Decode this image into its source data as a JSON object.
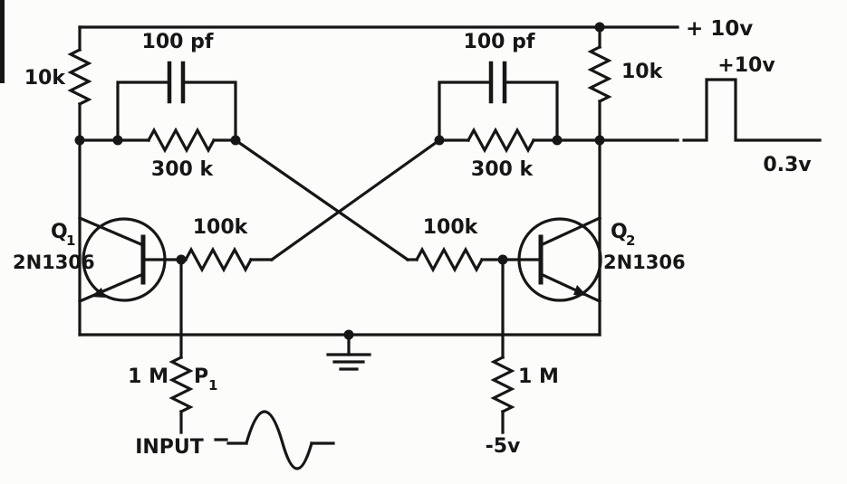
{
  "labels": {
    "supply_top": "+ 10v",
    "r10k_left": "10k",
    "r10k_right": "10k",
    "cap_left": "100 pf",
    "cap_right": "100 pf",
    "r300k_left": "300 k",
    "r300k_right": "300 k",
    "r100k_left": "100k",
    "r100k_right": "100k",
    "q1": {
      "name": "Q",
      "sub": "1",
      "part": "2N1306"
    },
    "q2": {
      "name": "Q",
      "sub": "2",
      "part": "2N1306"
    },
    "r1m_left": "1 M",
    "p1": {
      "name": "P",
      "sub": "1"
    },
    "r1m_right": "1 M",
    "neg_supply": "-5v",
    "input": "INPUT",
    "wave_high": "+10v",
    "wave_low": "0.3v"
  },
  "colors": {
    "ink": "#161616",
    "paper": "#fcfcfa"
  }
}
